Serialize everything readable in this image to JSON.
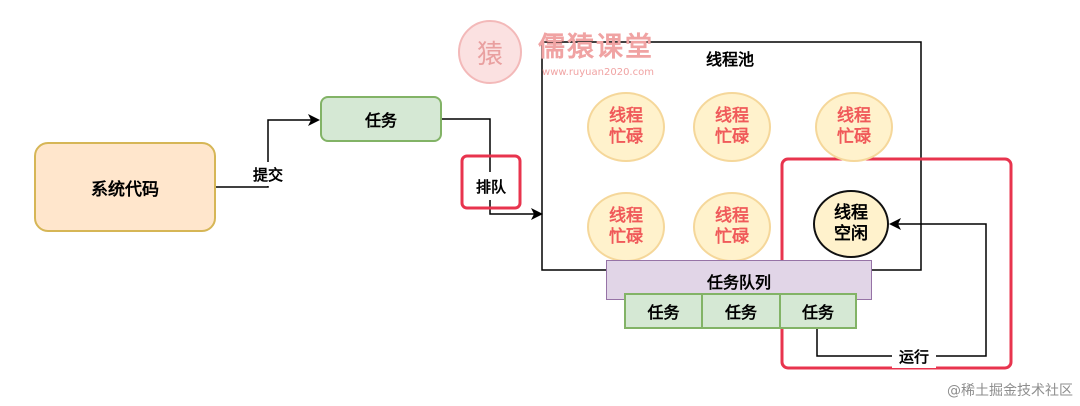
{
  "labels": {
    "system_code": "系统代码",
    "submit": "提交",
    "task": "任务",
    "queue_action": "排队",
    "pool_title": "线程池",
    "task_queue": "任务队列",
    "run": "运行"
  },
  "threads": {
    "busy": [
      "线程",
      "忙碌"
    ],
    "idle": [
      "线程",
      "空闲"
    ]
  },
  "queue_tasks": [
    "任务",
    "任务",
    "任务"
  ],
  "watermark": {
    "logo_glyph": "猿",
    "brand": "儒猿课堂",
    "url": "www.ruyuan2020.com",
    "footer": "@稀土掘金技术社区"
  },
  "colors": {
    "highlight": "#e8344e",
    "system_fill": "#ffe6cc",
    "task_fill": "#d5e8d4",
    "thread_fill": "#fff2cc",
    "thread_text": "#f05a5a",
    "queue_fill": "#e1d5e7"
  }
}
